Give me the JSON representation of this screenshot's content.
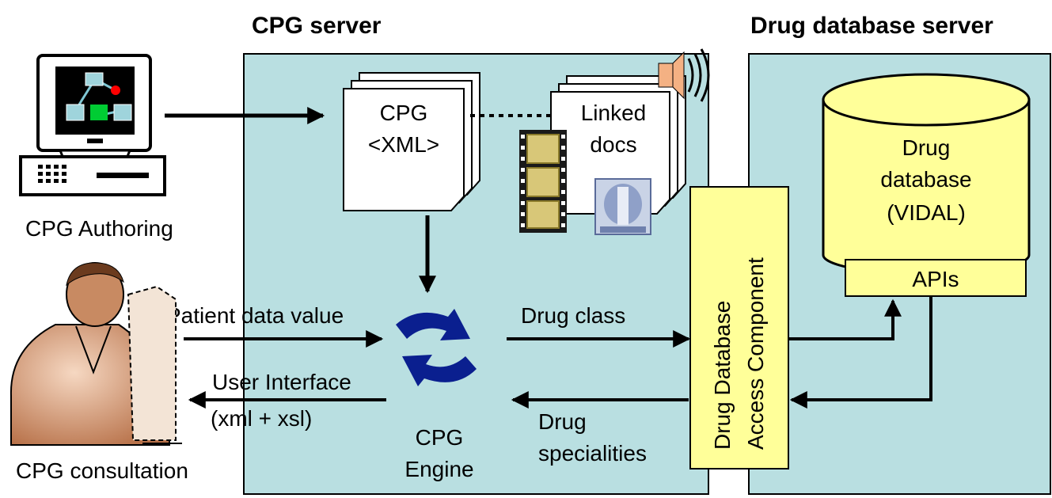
{
  "titles": {
    "cpg_server": "CPG server",
    "drug_server": "Drug database server"
  },
  "labels": {
    "cpg_authoring": "CPG Authoring",
    "cpg_consultation": "CPG consultation",
    "cpg_doc_line1": "CPG",
    "cpg_doc_line2": "<XML>",
    "linked_line1": "Linked",
    "linked_line2": "docs",
    "drug_db_line1": "Drug",
    "drug_db_line2": "database",
    "drug_db_line3": "(VIDAL)",
    "apis": "APIs",
    "access_line1": "Drug Database",
    "access_line2": "Access Component",
    "patient_data": "Patient data value",
    "user_interface": "User Interface",
    "xml_xsl": "(xml + xsl)",
    "drug_class": "Drug class",
    "drug_spec_line1": "Drug",
    "drug_spec_line2": "specialities",
    "engine_line1": "CPG",
    "engine_line2": "Engine"
  },
  "colors": {
    "server_fill": "#b9dfe1",
    "yellow": "#ffff99",
    "engine_blue": "#0a1f8f",
    "skin": "#d9a07a"
  }
}
